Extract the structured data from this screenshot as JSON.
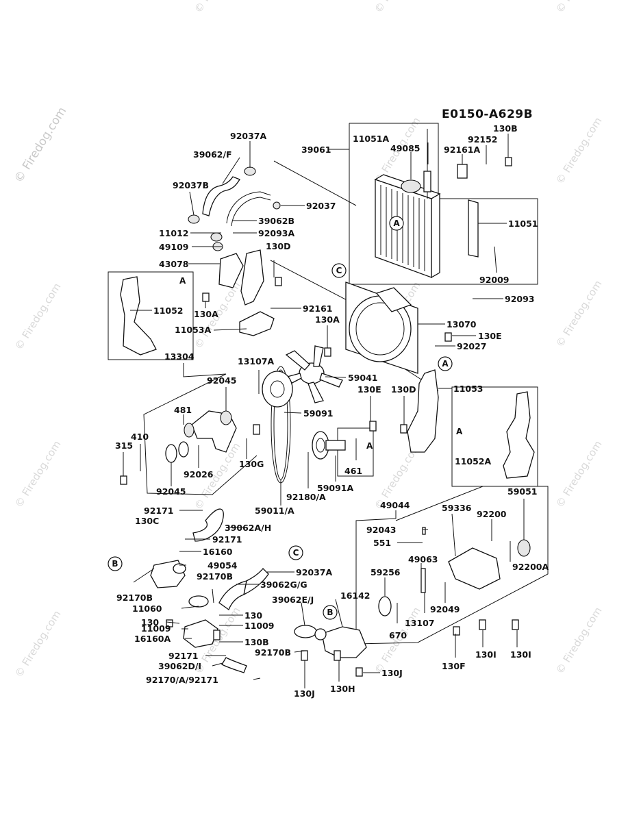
{
  "diagram_code": "E0150-A629B",
  "watermark": {
    "main": "© Firedog.com",
    "repeat": "© Firedog.com"
  },
  "labels": {
    "p92037A": "92037A",
    "p39062F": "39062/F",
    "p92037B": "92037B",
    "p92037": "92037",
    "p39062B": "39062B",
    "p11012": "11012",
    "p92093A": "92093A",
    "p49109": "49109",
    "p130D_top": "130D",
    "p43078": "43078",
    "p11052": "11052",
    "p130A_left": "130A",
    "p92161": "92161",
    "p11053A": "11053A",
    "p130A_mid": "130A",
    "p39061": "39061",
    "p11051A": "11051A",
    "p49085": "49085",
    "p92152": "92152",
    "p130B_top": "130B",
    "p92161A": "92161A",
    "p11051": "11051",
    "p92009": "92009",
    "p92093": "92093",
    "p13070": "13070",
    "p130E_right": "130E",
    "p92027": "92027",
    "p13304": "13304",
    "p13107A": "13107A",
    "p92045_top": "92045",
    "p59041": "59041",
    "p130E_mid": "130E",
    "p130D_mid": "130D",
    "p11053": "11053",
    "p481": "481",
    "p59091": "59091",
    "p410": "410",
    "p315": "315",
    "p92026": "92026",
    "p130G": "130G",
    "p461": "461",
    "p11052A": "11052A",
    "p92045_bot": "92045",
    "p92180A": "92180/A",
    "p59091A": "59091A",
    "p59011A": "59011/A",
    "p49044": "49044",
    "p59051": "59051",
    "p92171_a": "92171",
    "p130C": "130C",
    "p39062AH": "39062A/H",
    "p92171_b": "92171",
    "p16160": "16160",
    "p49054": "49054",
    "p92037A_c": "92037A",
    "p92170B_l": "92170B",
    "p92170B_m": "92170B",
    "p39062GG": "39062G/G",
    "p11060": "11060",
    "p39062EJ": "39062E/J",
    "p16142": "16142",
    "p130_a": "130",
    "p130_b": "130",
    "p11009_l": "11009",
    "p11009_r": "11009",
    "p16160A": "16160A",
    "p130B_bot": "130B",
    "p92171_c": "92171",
    "p92170B_b": "92170B",
    "p39062DI": "39062D/I",
    "p9217xA": "92170/A/92171",
    "p92043": "92043",
    "p551": "551",
    "p49063": "49063",
    "p59256": "59256",
    "p59336": "59336",
    "p92200": "92200",
    "p92200A": "92200A",
    "p92049": "92049",
    "p13107": "13107",
    "p670": "670",
    "p130F": "130F",
    "p130I_a": "130I",
    "p130I_b": "130I",
    "p130J_a": "130J",
    "p130H": "130H",
    "p130J_b": "130J"
  },
  "callouts": {
    "A": "A",
    "B": "B",
    "C": "C"
  },
  "box_labels": {
    "left_box": "A",
    "right_box": "A",
    "small_box": "A"
  }
}
